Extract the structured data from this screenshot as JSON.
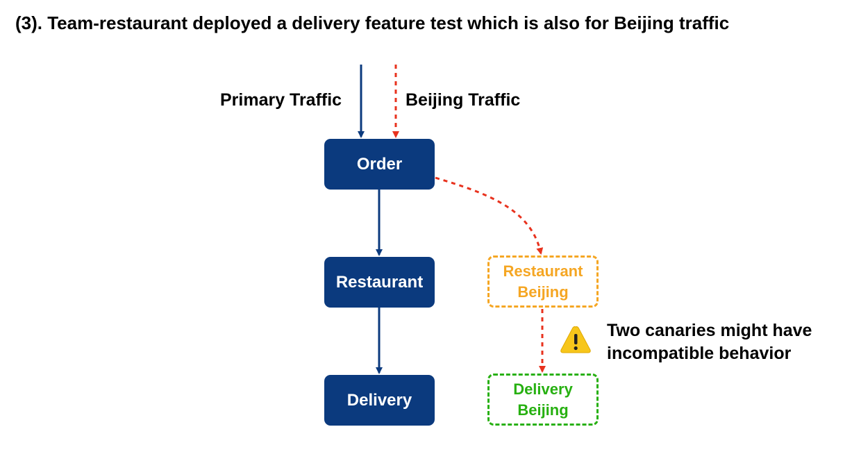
{
  "title": "(3). Team-restaurant deployed a delivery feature test which is also for Beijing traffic",
  "labels": {
    "primary_traffic": "Primary Traffic",
    "beijing_traffic": "Beijing Traffic"
  },
  "nodes": {
    "order": "Order",
    "restaurant": "Restaurant",
    "delivery": "Delivery",
    "restaurant_beijing": {
      "line1": "Restaurant",
      "line2": "Beijing"
    },
    "delivery_beijing": {
      "line1": "Delivery",
      "line2": "Beijing"
    }
  },
  "warning": {
    "icon": "warning-icon",
    "line1": "Two canaries might have",
    "line2": "incompatible behavior"
  },
  "colors": {
    "primary_node": "#0b3a7e",
    "primary_arrow": "#0b3a7e",
    "beijing_arrow": "#e8321e",
    "restaurant_canary": "#f5a623",
    "delivery_canary": "#27b011",
    "warning_fill": "#f7c61b"
  }
}
